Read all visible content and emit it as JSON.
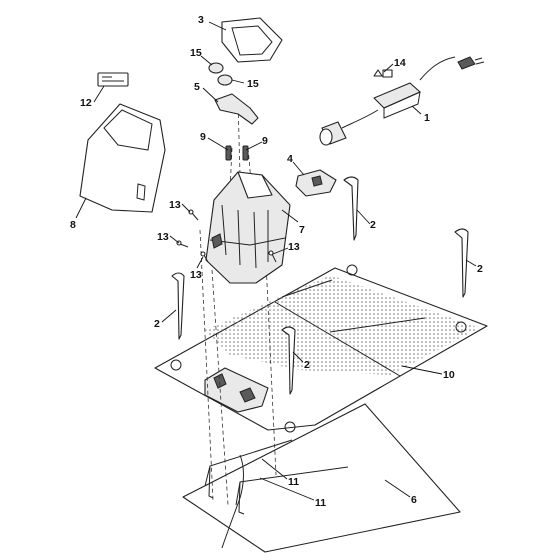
{
  "callouts": [
    {
      "id": "c3",
      "label": "3"
    },
    {
      "id": "c15a",
      "label": "15"
    },
    {
      "id": "c15b",
      "label": "15"
    },
    {
      "id": "c5",
      "label": "5"
    },
    {
      "id": "c12",
      "label": "12"
    },
    {
      "id": "c14",
      "label": "14"
    },
    {
      "id": "c1",
      "label": "1"
    },
    {
      "id": "c9a",
      "label": "9"
    },
    {
      "id": "c9b",
      "label": "9"
    },
    {
      "id": "c4",
      "label": "4"
    },
    {
      "id": "c8",
      "label": "8"
    },
    {
      "id": "c13a",
      "label": "13"
    },
    {
      "id": "c13b",
      "label": "13"
    },
    {
      "id": "c13c",
      "label": "13"
    },
    {
      "id": "c13d",
      "label": "13"
    },
    {
      "id": "c7",
      "label": "7"
    },
    {
      "id": "c2a",
      "label": "2"
    },
    {
      "id": "c2b",
      "label": "2"
    },
    {
      "id": "c2c",
      "label": "2"
    },
    {
      "id": "c2d",
      "label": "2"
    },
    {
      "id": "c10",
      "label": "10"
    },
    {
      "id": "c11a",
      "label": "11"
    },
    {
      "id": "c11b",
      "label": "11"
    },
    {
      "id": "c6",
      "label": "6"
    }
  ],
  "colors": {
    "line": "#222222",
    "fill": "#ffffff",
    "shade": "#e9e9e9",
    "dot": "#777777"
  }
}
